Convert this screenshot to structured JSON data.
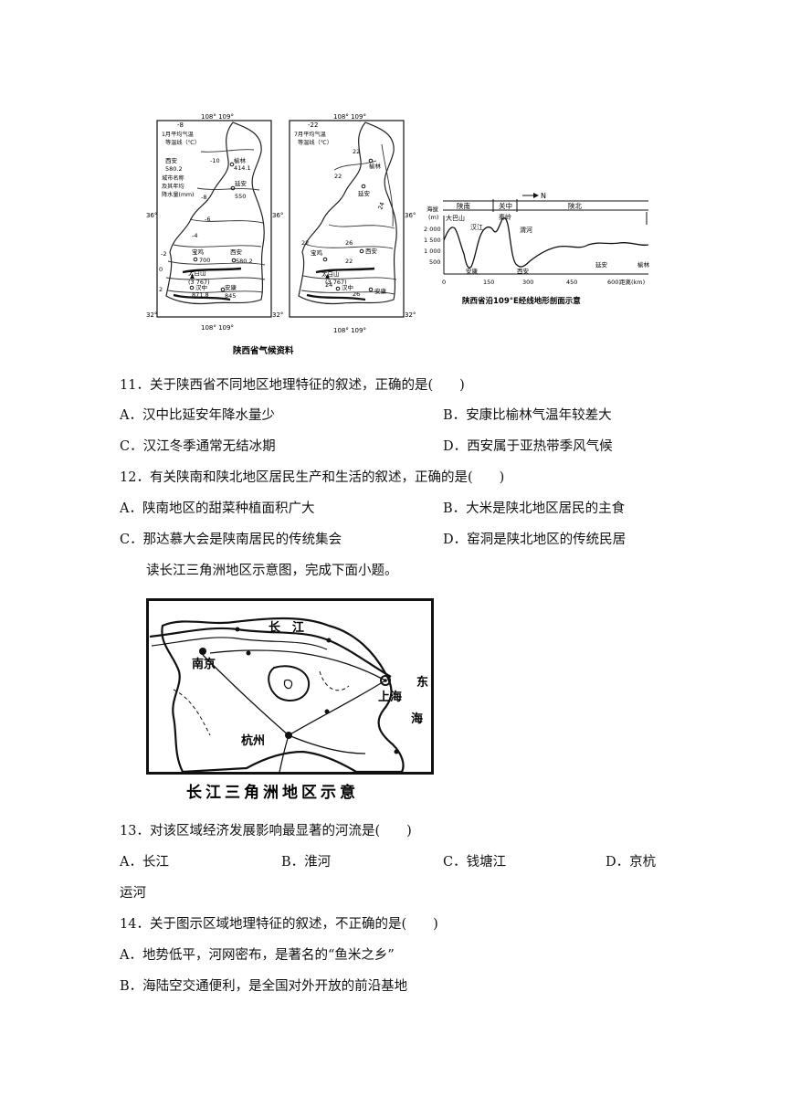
{
  "figure1": {
    "map_jan": {
      "header": "108°  109°",
      "minus8": "-8",
      "title": [
        "1月平均气温",
        "等温线（℃）"
      ],
      "xian_block": [
        "西安",
        "580.2",
        "城市名称",
        "及其年均",
        "降水量(mm)"
      ],
      "yulin": "榆林",
      "yulin_val": "414.1",
      "yanan": "延安",
      "yanan_val": "550",
      "baoji": "宝鸡",
      "baoji_val": "700",
      "xian": "西安",
      "xian_val": "580.2",
      "taibai": "太白山",
      "taibai_elev": "(3 767)",
      "hanzhong": "汉中",
      "hanzhong_val": "871.8",
      "ankang": "安康",
      "ankang_val": "845",
      "isolines": [
        "-10",
        "-8",
        "-6",
        "-4",
        "-2",
        "0",
        "2"
      ],
      "lat_top": "36°",
      "lat_bottom": "32°",
      "footer": "108°  109°"
    },
    "map_jul": {
      "header": "108°  109°",
      "minus22": "-22",
      "title": [
        "7月平均气温",
        "等温线（℃）"
      ],
      "yulin": "榆林",
      "yanan": "延安",
      "baoji": "宝鸡",
      "xian": "西安",
      "taibai": "太白山",
      "taibai_elev": "(3 767)",
      "hanzhong": "汉中",
      "ankang": "安康",
      "isolines": [
        "22",
        "22",
        "24",
        "22",
        "26",
        "22",
        "24",
        "26"
      ],
      "lat_top": "36°",
      "lat_bottom": "32°",
      "footer": "108°  109°"
    },
    "caption": "陕西省气候资料",
    "profile": {
      "regions": [
        "陕南",
        "关中",
        "陕北"
      ],
      "north": "N",
      "y_title": [
        "海拔",
        "(m)"
      ],
      "y_ticks": [
        "2 000",
        "1 500",
        "1 000",
        "500"
      ],
      "x_ticks": [
        "0",
        "150",
        "300",
        "450",
        "600"
      ],
      "x_unit": "距离(km)",
      "peaks": [
        "大巴山",
        "汉江",
        "秦岭",
        "渭河"
      ],
      "cities": [
        "安康",
        "西安",
        "延安",
        "榆林"
      ],
      "caption": "陕西省沿109°E经线地形剖面示意"
    }
  },
  "q11": {
    "stem": "11．关于陕西省不同地区地理特征的叙述，正确的是(　　)",
    "A": "A．汉中比延安年降水量少",
    "B": "B．安康比榆林气温年较差大",
    "C": "C．汉江冬季通常无结冰期",
    "D": "D．西安属于亚热带季风气候"
  },
  "q12": {
    "stem": "12．有关陕南和陕北地区居民生产和生活的叙述，正确的是(　　)",
    "A": "A．陕南地区的甜菜种植面积广大",
    "B": "B．大米是陕北地区居民的主食",
    "C": "C．那达慕大会是陕南居民的传统集会",
    "D": "D．窑洞是陕北地区的传统民居"
  },
  "instruction": "读长江三角洲地区示意图，完成下面小题。",
  "figure2": {
    "changjiang": "长　江",
    "nanjing": "南京",
    "shanghai": "上海",
    "hangzhou": "杭州",
    "dong": "东",
    "hai": "海",
    "caption": "长江三角洲地区示意"
  },
  "q13": {
    "stem": "13．对该区域经济发展影响最显著的河流是(　　)",
    "A": "A．长江",
    "B": "B．淮河",
    "C": "C．钱塘江",
    "D": "D．京杭",
    "D_cont": "运河"
  },
  "q14": {
    "stem": "14．关于图示区域地理特征的叙述，不正确的是(　　)",
    "A": "A．地势低平，河网密布，是著名的“鱼米之乡”",
    "B": "B．海陆空交通便利，是全国对外开放的前沿基地"
  }
}
